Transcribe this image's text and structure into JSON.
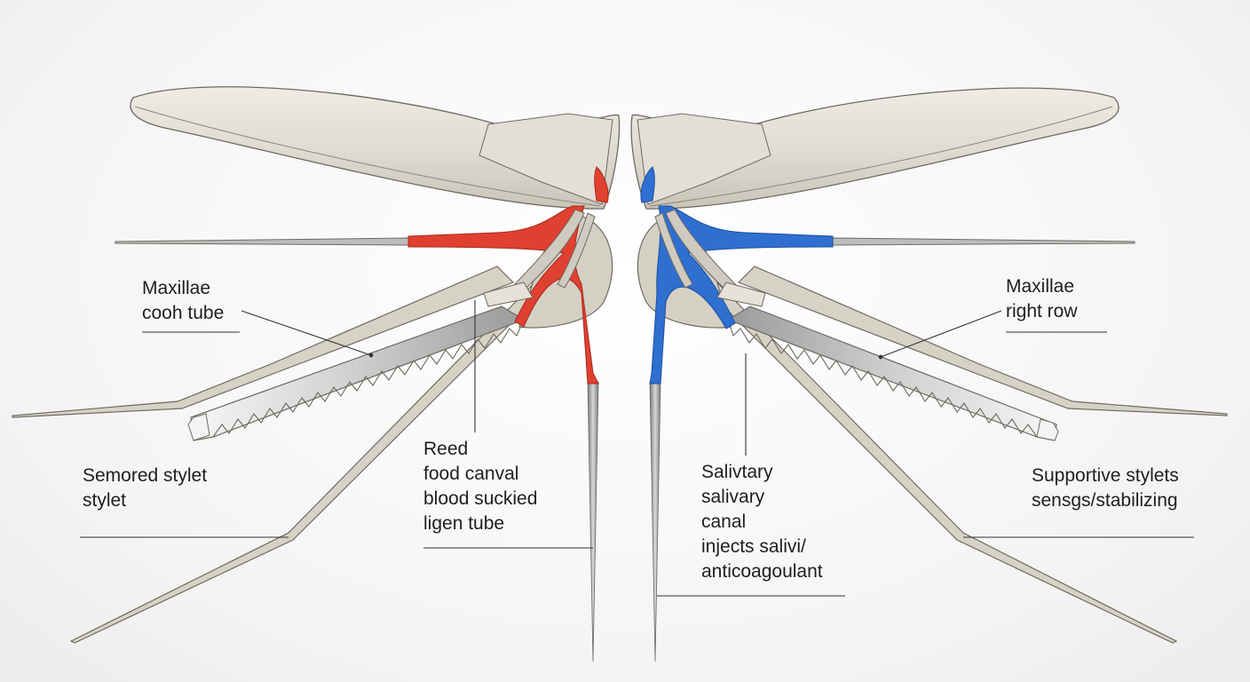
{
  "labels": {
    "maxillae_left": [
      "Maxillae",
      "cooh tube"
    ],
    "maxillae_right": [
      "Maxillae",
      "right row"
    ],
    "serrated": [
      "Semored stylet",
      "stylet"
    ],
    "food_canal": [
      "Reed",
      "food canval",
      "blood suckied",
      "ligen tube"
    ],
    "salivary": [
      "Salivtary",
      "salivary",
      "canal",
      "injects salivi/",
      "anticoagoulant"
    ],
    "supportive": [
      "Supportive stylets",
      "sensgs/stabilizing"
    ]
  },
  "colors": {
    "food_canal": "#e0402f",
    "salivary_canal": "#2e6fd0",
    "stylet": "#d9d5c9",
    "outline": "#6f6a60",
    "leader": "#333333"
  }
}
